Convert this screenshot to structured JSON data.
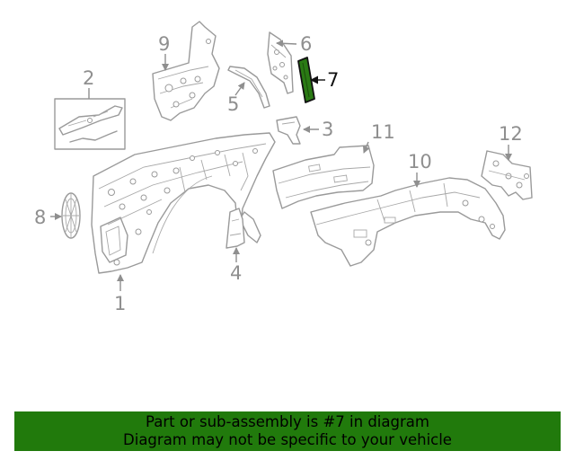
{
  "callouts": [
    "1",
    "2",
    "3",
    "4",
    "5",
    "6",
    "7",
    "8",
    "9",
    "10",
    "11",
    "12"
  ],
  "highlighted_callout": "7",
  "banner": {
    "line1": "Part or sub-assembly is #7 in diagram",
    "line2": "Diagram may not be specific to your vehicle"
  },
  "colors": {
    "highlight_fill": "#2a7a14",
    "banner_bg": "#217a0c",
    "line": "#9a9a9a"
  }
}
